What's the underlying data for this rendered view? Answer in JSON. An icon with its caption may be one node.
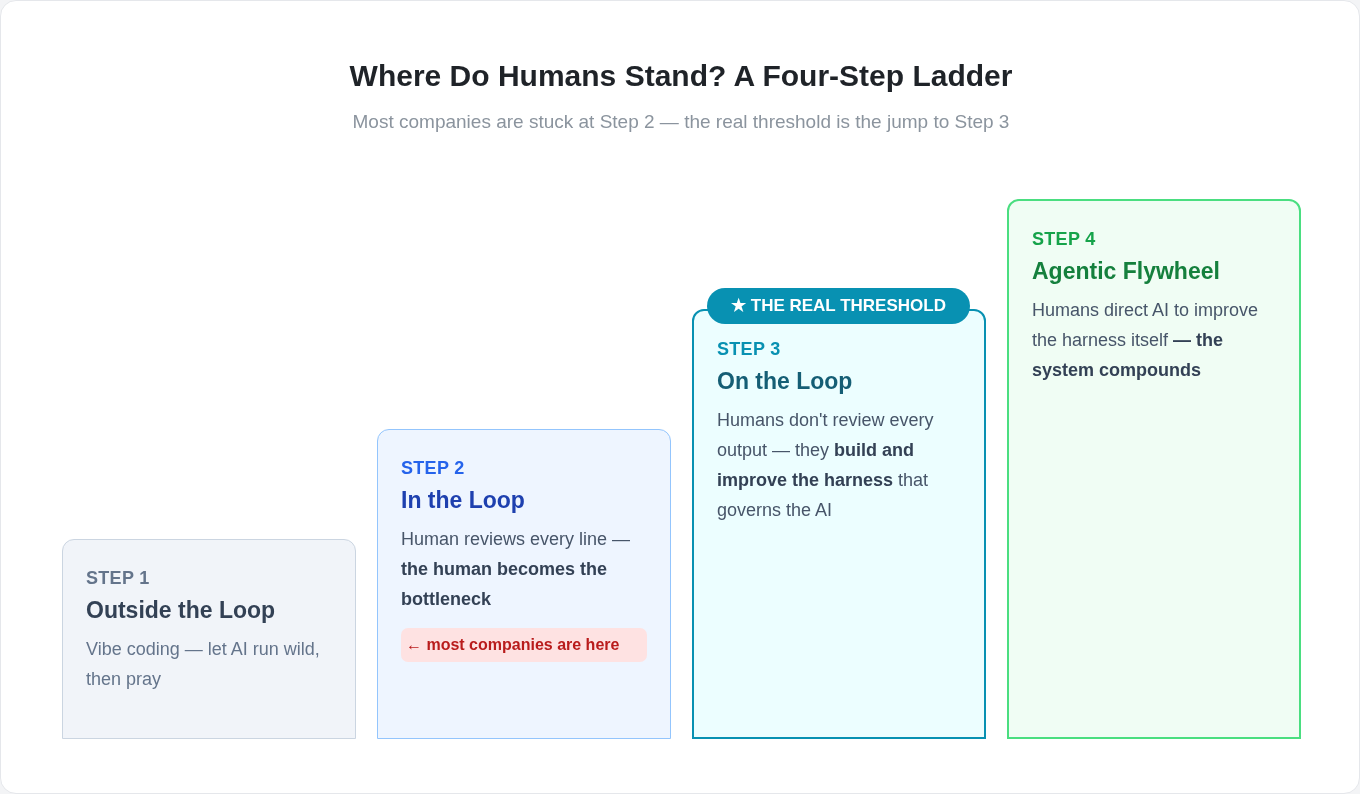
{
  "diagram": {
    "title": "Where Do Humans Stand? A Four-Step Ladder",
    "nodes": [
      {
        "text": [
          "STEP 1",
          "Outside the Loop",
          "Vibe coding — let AI run wild, then pray"
        ]
      },
      {
        "text": [
          "STEP 2",
          "In the Loop",
          "Human reviews every line — **the human becomes the bottleneck**"
        ]
      },
      {
        "text": [
          "← most companies are here"
        ],
        "in": 1
      },
      {
        "text": [
          "★ THE REAL THRESHOLD"
        ]
      },
      {
        "text": [
          "STEP 3",
          "On the Loop",
          "Humans don't review every output — they **build and improve the harness** that governs the AI"
        ]
      },
      {
        "text": [
          "STEP 4",
          "Agentic Flywheel",
          "Humans direct AI to improve the harness itself **— the system compounds**"
        ]
      }
    ],
    "labels": [
      "Most companies are stuck at Step 2 — the real threshold is the jump to Step 3"
    ]
  }
}
